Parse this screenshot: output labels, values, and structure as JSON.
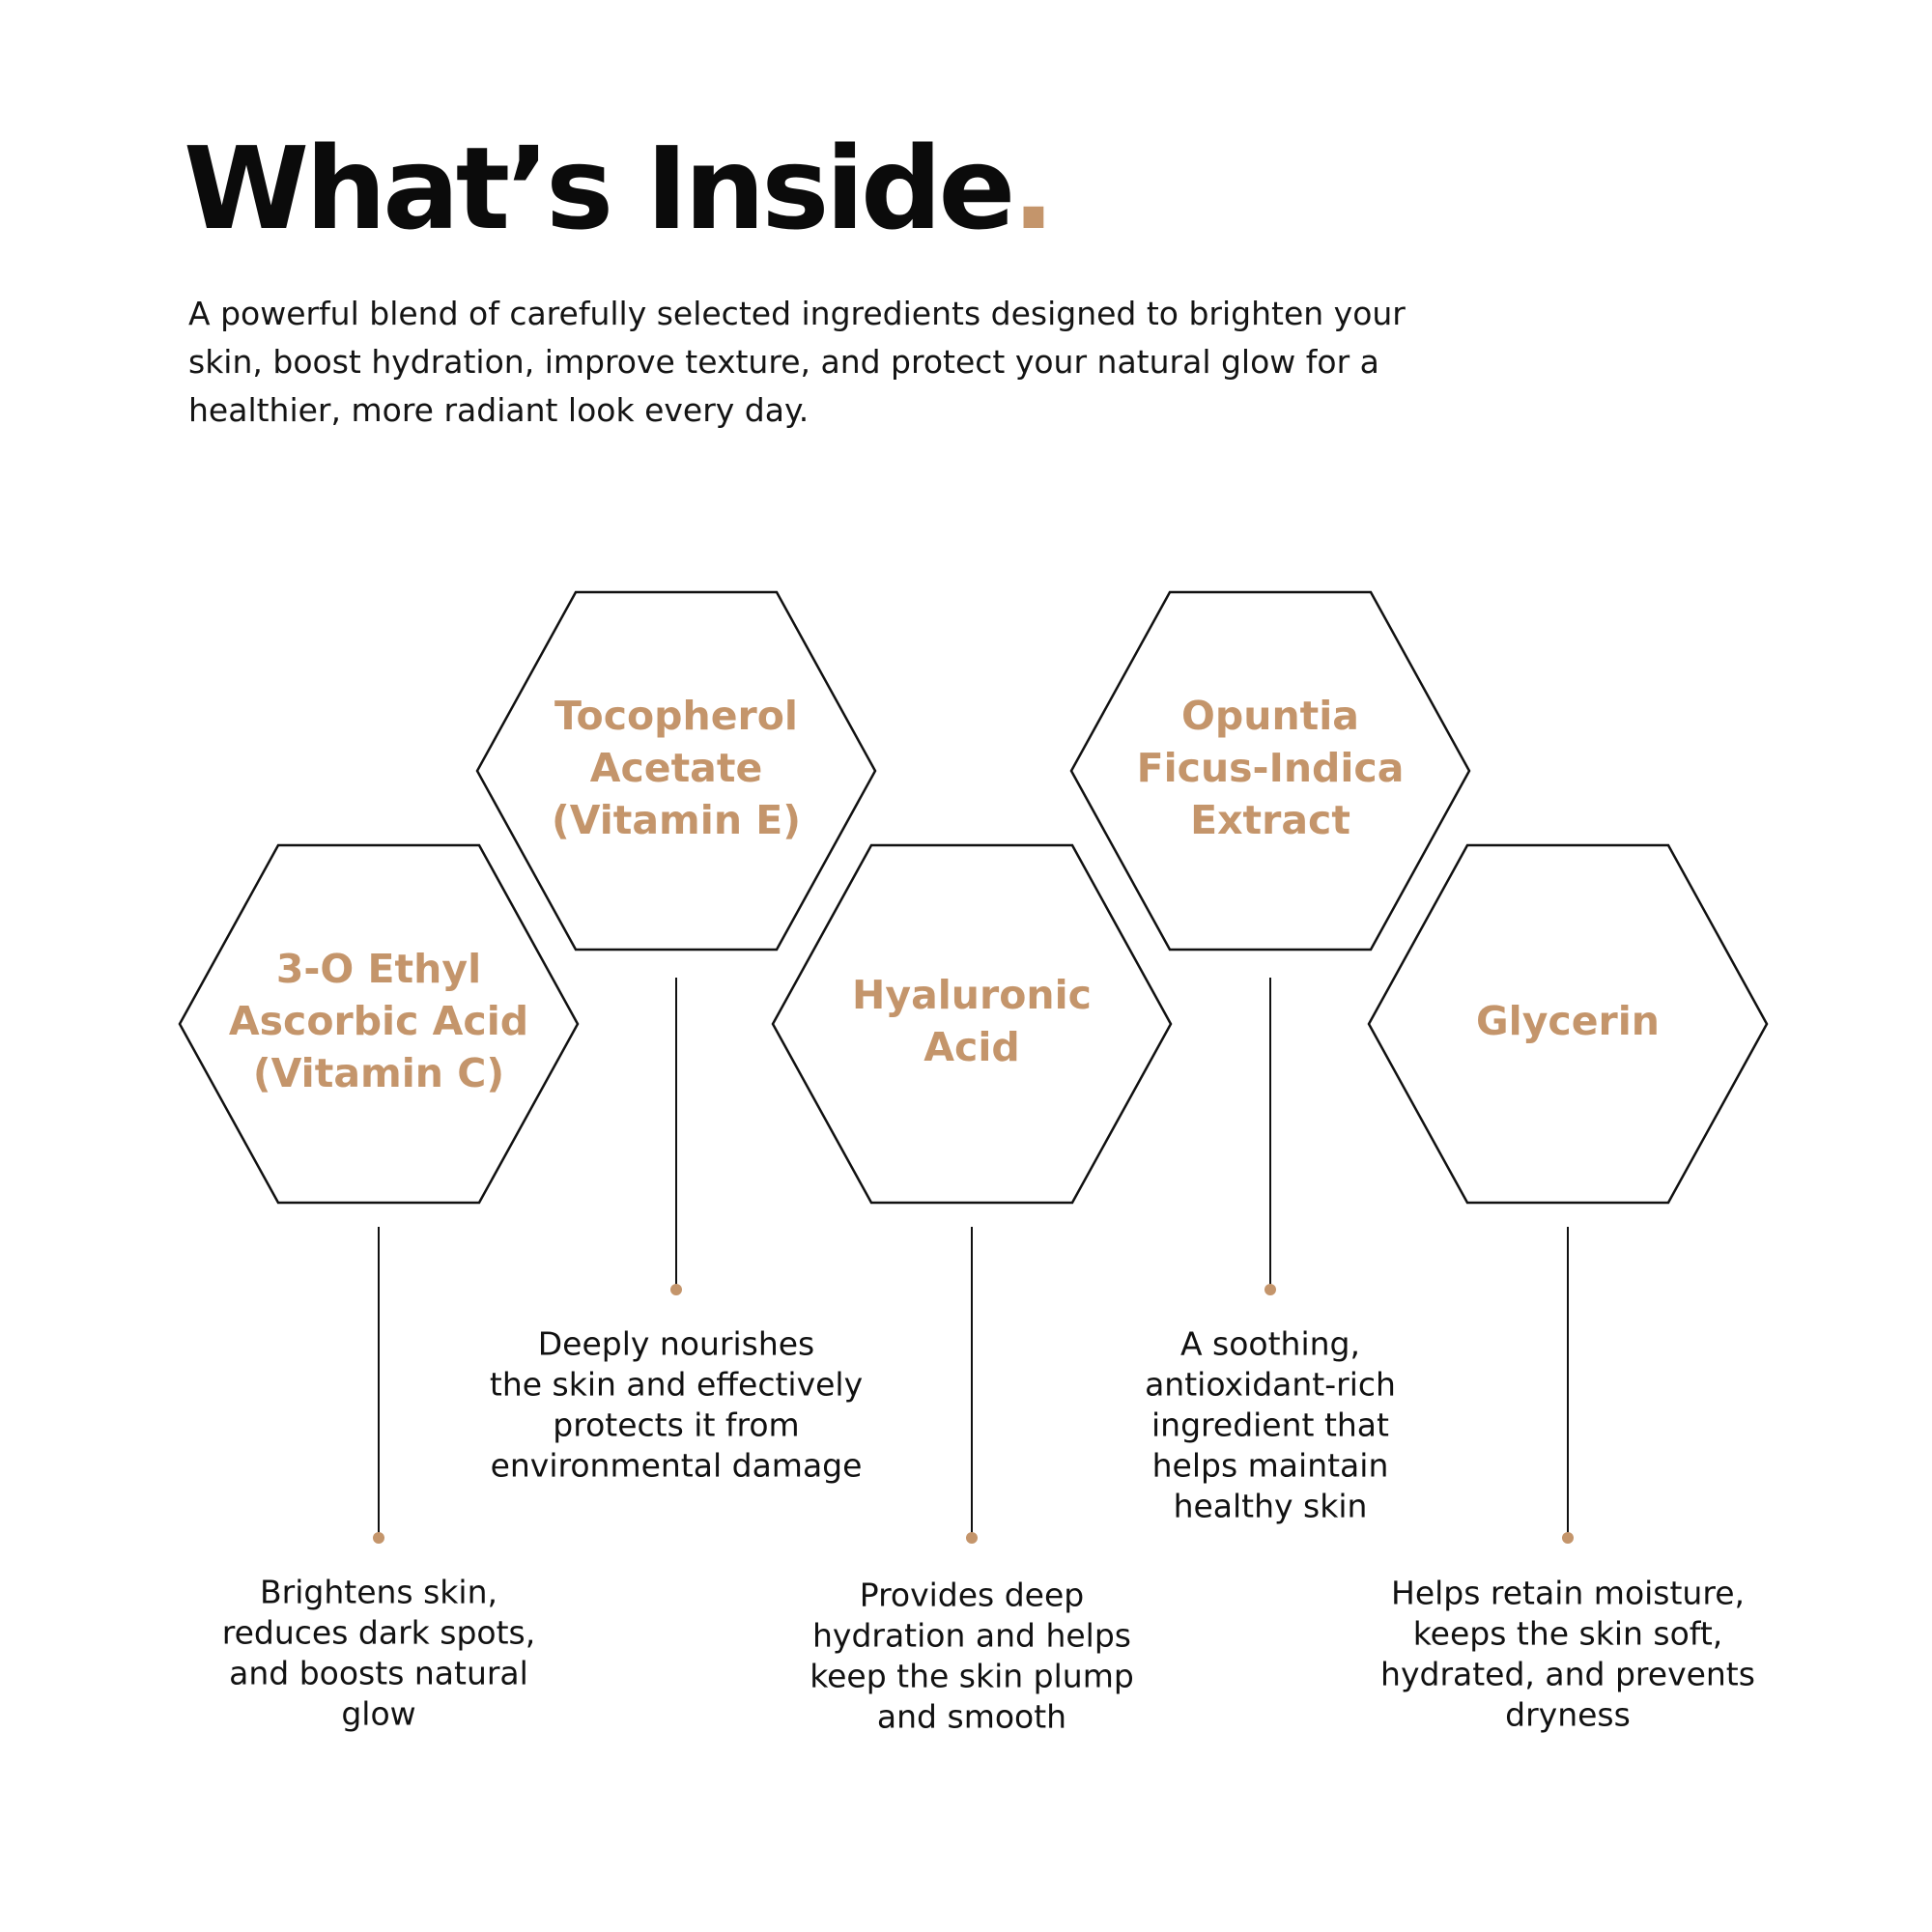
{
  "header": {
    "title": "What’s Inside",
    "title_dot": ".",
    "intro": "A powerful blend of carefully selected ingredients designed to brighten your skin, boost hydration, improve texture, and protect your natural glow for a healthier, more radiant look every day."
  },
  "colors": {
    "accent": "#c4956b",
    "text": "#111111",
    "background": "#ffffff"
  },
  "ingredients": [
    {
      "name_lines": [
        "3-O Ethyl",
        "Ascorbic Acid",
        "(Vitamin C)"
      ],
      "description_lines": [
        "Brightens skin,",
        "reduces dark spots,",
        "and boosts natural",
        "glow"
      ]
    },
    {
      "name_lines": [
        "Tocopherol",
        "Acetate",
        "(Vitamin E)"
      ],
      "description_lines": [
        "Deeply nourishes",
        "the skin and effectively",
        "protects it from",
        "environmental damage"
      ]
    },
    {
      "name_lines": [
        "Hyaluronic",
        "Acid"
      ],
      "description_lines": [
        "Provides deep",
        "hydration and helps",
        "keep the skin plump",
        "and smooth"
      ]
    },
    {
      "name_lines": [
        "Opuntia",
        "Ficus-Indica",
        "Extract"
      ],
      "description_lines": [
        "A soothing,",
        "antioxidant-rich",
        "ingredient that",
        "helps maintain",
        "healthy skin"
      ]
    },
    {
      "name_lines": [
        "Glycerin"
      ],
      "description_lines": [
        "Helps retain moisture,",
        "keeps the skin soft,",
        "hydrated, and prevents",
        "dryness"
      ]
    }
  ]
}
